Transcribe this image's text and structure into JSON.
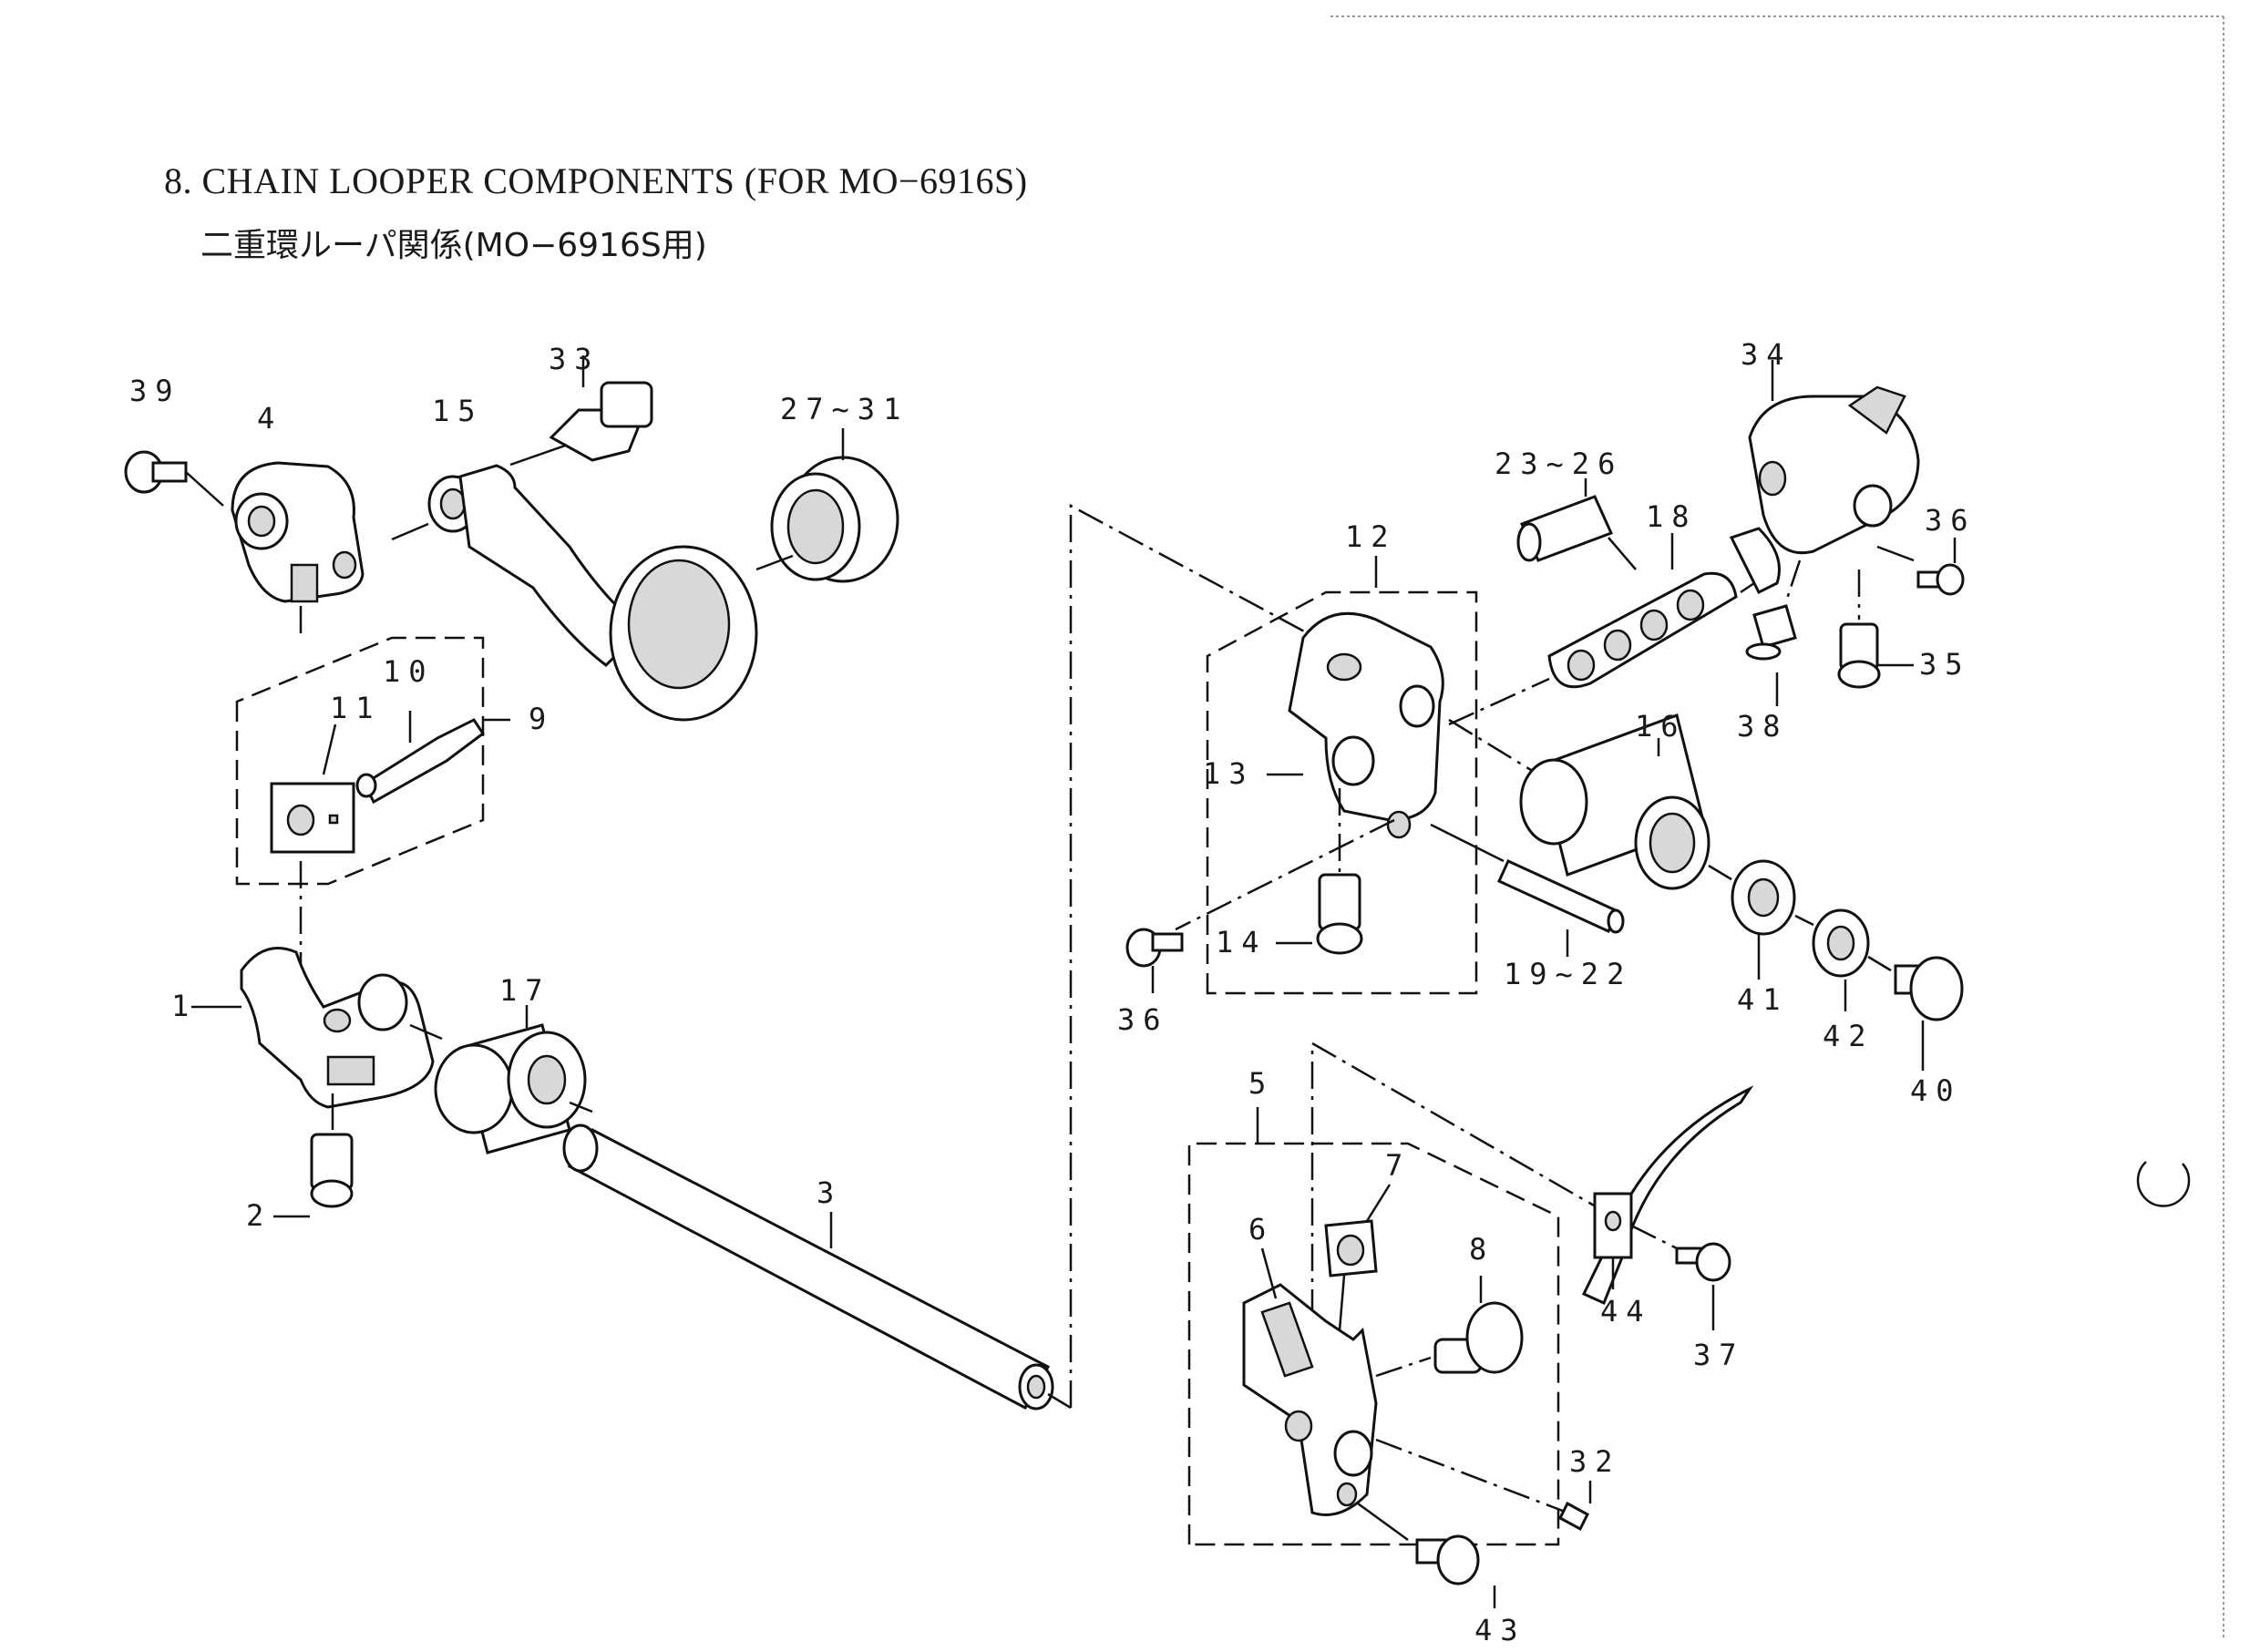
{
  "title": {
    "en": "8. CHAIN LOOPER COMPONENTS (FOR MO−6916S)",
    "jp": "二重環ルーパ関係(MO−6916S用)"
  },
  "callouts": {
    "p1": "1",
    "p2": "2",
    "p3": "3",
    "p4": "4",
    "p5": "5",
    "p6": "6",
    "p7": "7",
    "p8": "8",
    "p9": "9",
    "p10": "10",
    "p11": "11",
    "p12": "12",
    "p13": "13",
    "p14": "14",
    "p15": "15",
    "p16": "16",
    "p17": "17",
    "p18": "18",
    "p19_22": "19~22",
    "p23_26": "23~26",
    "p27_31": "27~31",
    "p32": "32",
    "p33": "33",
    "p34": "34",
    "p35": "35",
    "p36a": "36",
    "p36b": "36",
    "p37": "37",
    "p38": "38",
    "p39": "39",
    "p40": "40",
    "p41": "41",
    "p42": "42",
    "p43": "43",
    "p44": "44"
  }
}
